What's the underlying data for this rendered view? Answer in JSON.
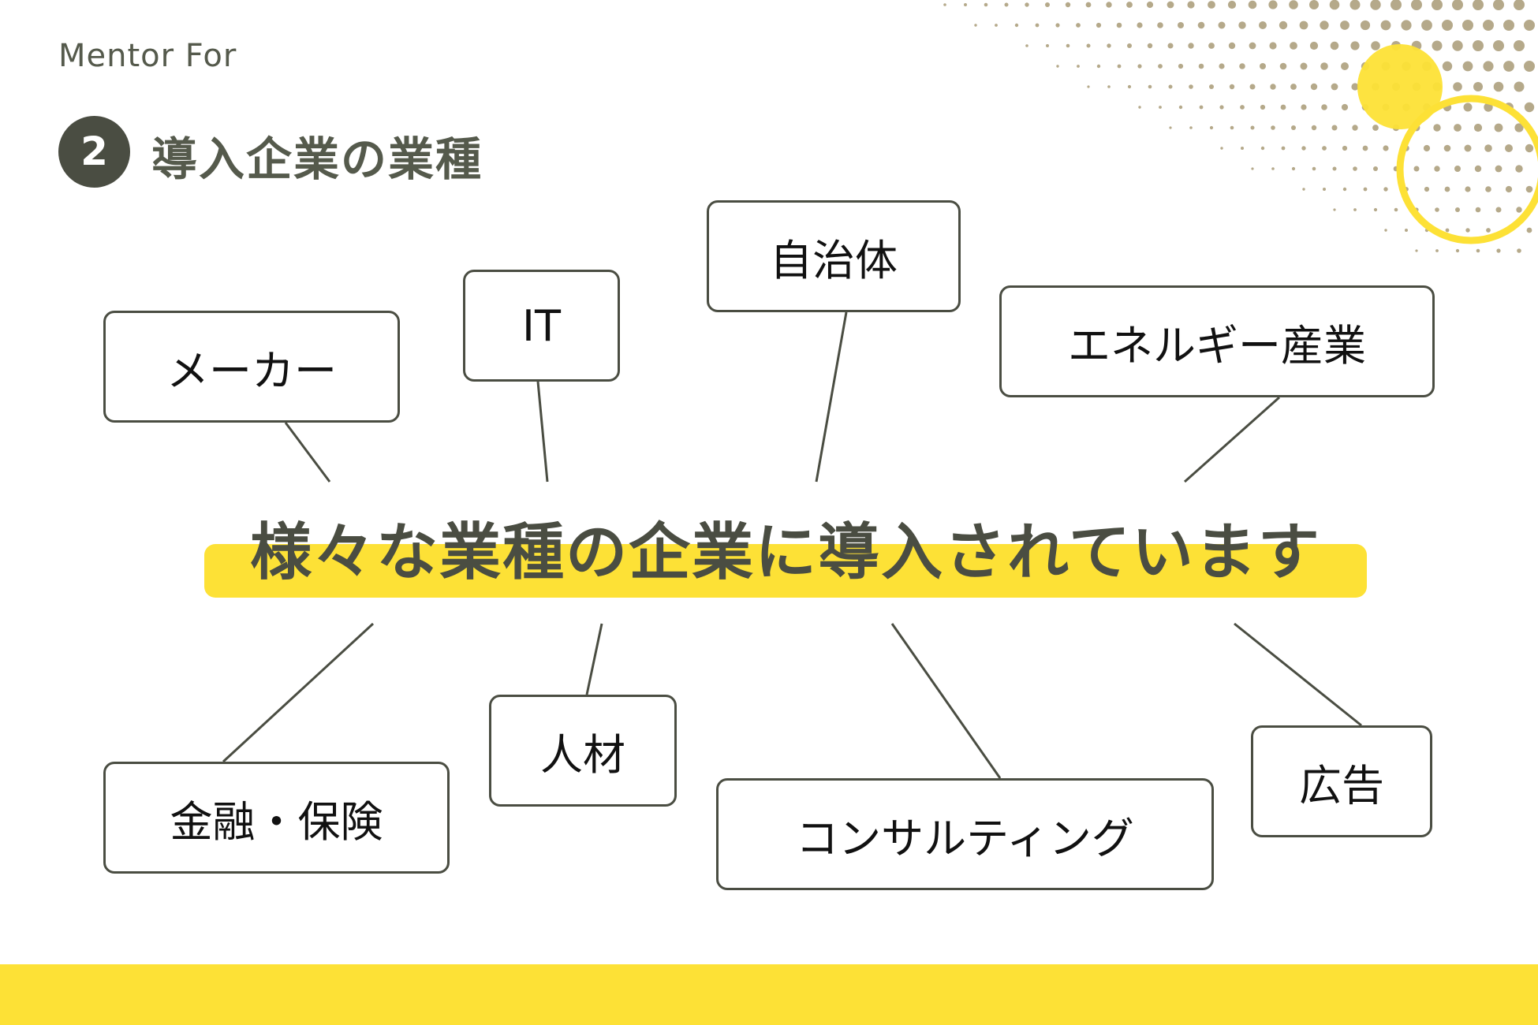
{
  "logo": {
    "text": "Mentor For"
  },
  "section": {
    "number": "2",
    "title": "導入企業の業種"
  },
  "headline": "様々な業種の企業に導入されています",
  "industries": [
    {
      "id": "maker",
      "label": "メーカー"
    },
    {
      "id": "it",
      "label": "IT"
    },
    {
      "id": "municipality",
      "label": "自治体"
    },
    {
      "id": "energy",
      "label": "エネルギー産業"
    },
    {
      "id": "finance",
      "label": "金融・保険"
    },
    {
      "id": "hr",
      "label": "人材"
    },
    {
      "id": "consulting",
      "label": "コンサルティング"
    },
    {
      "id": "advertising",
      "label": "広告"
    }
  ],
  "colors": {
    "accent_yellow": "#fde136",
    "dark_olive": "#4a4d42",
    "dot_tan": "#b5a98a"
  }
}
